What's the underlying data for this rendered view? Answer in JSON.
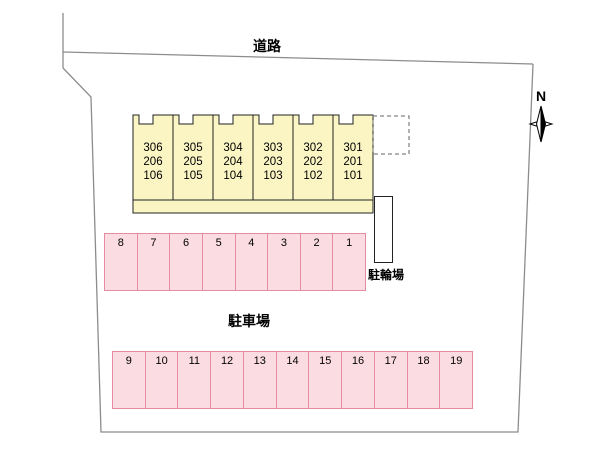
{
  "labels": {
    "road": "道路",
    "parking_lot": "駐車場",
    "bicycle_parking": "駐輪場",
    "north": "N"
  },
  "building": {
    "units": [
      {
        "lines": [
          "306",
          "206",
          "106"
        ]
      },
      {
        "lines": [
          "305",
          "205",
          "105"
        ]
      },
      {
        "lines": [
          "304",
          "204",
          "104"
        ]
      },
      {
        "lines": [
          "303",
          "203",
          "103"
        ]
      },
      {
        "lines": [
          "302",
          "202",
          "102"
        ]
      },
      {
        "lines": [
          "301",
          "201",
          "101"
        ]
      }
    ]
  },
  "parking": {
    "top_row": [
      "8",
      "7",
      "6",
      "5",
      "4",
      "3",
      "2",
      "1"
    ],
    "bottom_row": [
      "9",
      "10",
      "11",
      "12",
      "13",
      "14",
      "15",
      "16",
      "17",
      "18",
      "19"
    ]
  },
  "colors": {
    "building_fill": "#FBF5C4",
    "building_stroke": "#222222",
    "parking_fill": "#FBDCE3",
    "parking_border": "#E68CA2",
    "boundary": "#8C8C8C",
    "text": "#000000"
  }
}
